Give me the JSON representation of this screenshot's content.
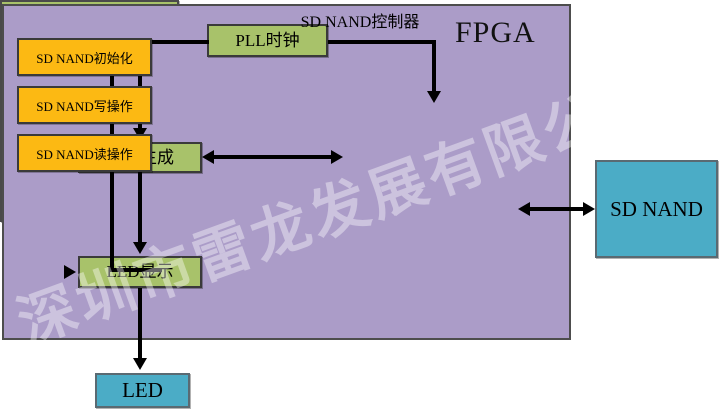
{
  "diagram": {
    "title_label": "FPGA",
    "watermark": "深圳市雷龙发展有限公司",
    "colors": {
      "fpga_fill": "#ab9cc8",
      "module_fill": "#a8c26a",
      "operation_fill": "#fcb913",
      "external_fill": "#4bacc6",
      "line": "#000000"
    },
    "blocks": {
      "pll": "PLL时钟",
      "data_gen": "数据生成",
      "led_display": "LED显示",
      "controller": "SD NAND控制器",
      "init": "SD NAND初始化",
      "write": "SD NAND写操作",
      "read": "SD NAND读操作",
      "sd_nand": "SD NAND",
      "led": "LED"
    }
  }
}
